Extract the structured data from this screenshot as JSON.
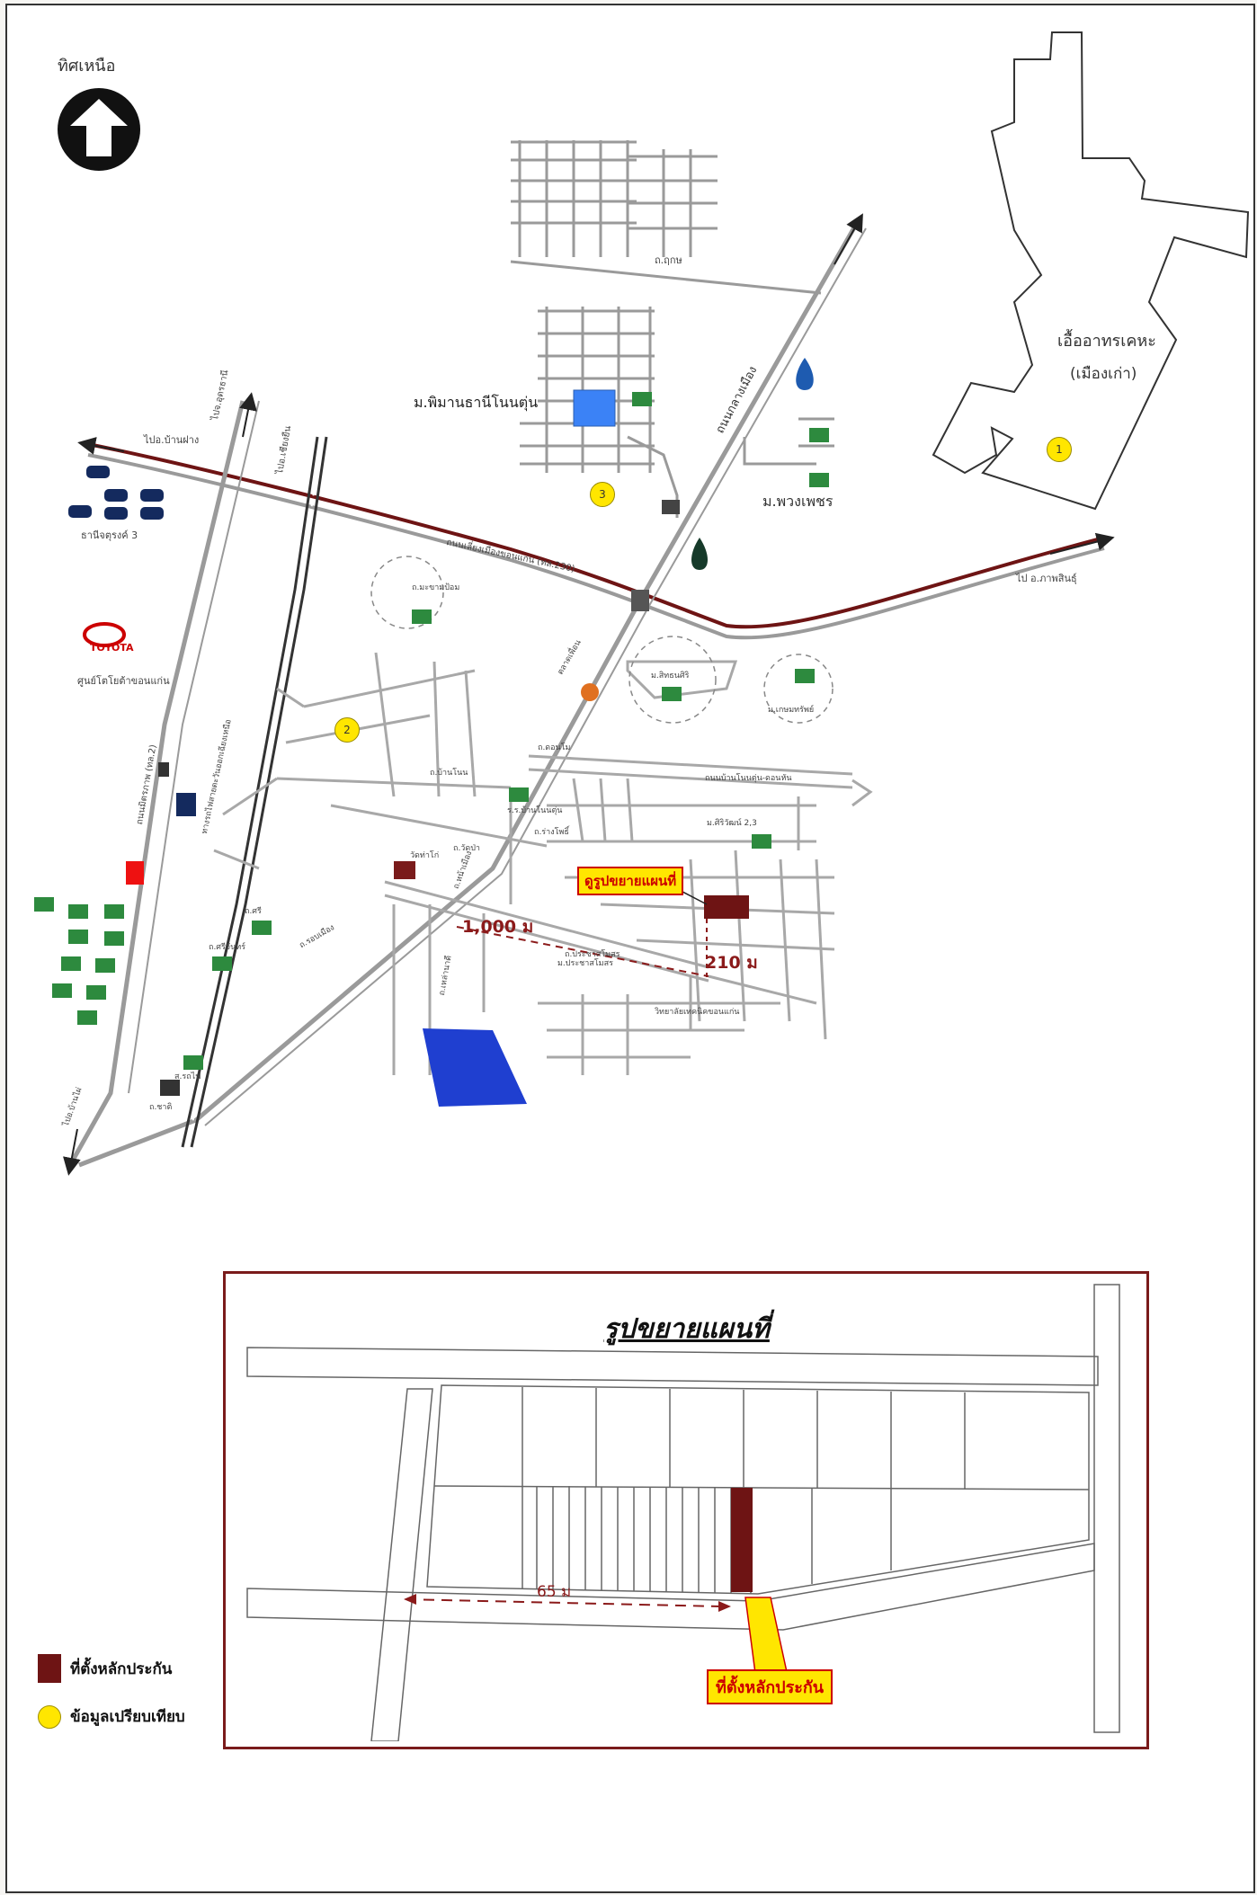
{
  "north": {
    "label": "ทิศเหนือ"
  },
  "map": {
    "labels": {
      "road_top": "ถ.ฤกษ",
      "village_pimantani": "ม.พิมานธานีโนนตุ่น",
      "village_puangpetch": "ม.พวงเพชร",
      "ancient_site": "เอื้ออาทรเคหะ",
      "ancient_site_sub": "(เมืองเก่า)",
      "road_to_nongkhai": "ไป อ.ภาพสินธุ์",
      "road_to_bankhai": "ไปอ.บ้านฝาง",
      "road_to_udon": "ไปจ.อุดรธานี",
      "road_north_left": "ไปอ.เชียงยืน",
      "residence": "ธานีจตุรงค์ 3",
      "toyota": "TOYOTA",
      "toyota_center": "ศูนย์โตโยต้าขอนแก่น",
      "bypass_road": "ถนนเลี่ยงเมืองขอนแก่น (ทล.230)",
      "middle_road": "ถนนกลางเมือง",
      "mittraphap_road": "ถนนมิตรภาพ (ทล.2)",
      "railway": "ทางรถไฟสายตะวันออกเฉียงเหนือ",
      "bottom_left_road": "ไปอ.บ้านไผ่",
      "soi_makhampom": "ถ.มะขามป้อม",
      "soi_thawonsiri": "ม.สิทธนศิริ",
      "soi_kasemsap": "ม.เกษมทรัพย์",
      "soi_rangbuat": "ถ.ร่างโพธิ์",
      "soi_ban_non": "ถ.บ้านโนน",
      "soi_nonmuang": "ถ.ดอนโม",
      "road_nonhan": "ถนนบ้านโนนตุ่น-ดอนหัน",
      "shop_ss": "ร.ร.บ้านโนนตุ่น",
      "village_siriwan": "ม.ศิริวัฒน์ 2,3",
      "temple": "วัดท่าโก่",
      "road_vat": "ถ.วัดป่า",
      "road_kaeonakhon": "ถ.รอบเมือง",
      "soi_srichan": "ถ.ศรีจันทร์",
      "soi_sri": "ถ.ศรี",
      "village_prachasomsuk": "ม.ประชาสโมสร",
      "school": "วิทยาลัยเทคนิคขอนแก่น",
      "market": "ตลาดเพื่อน",
      "soi_brook": "ถ.หน้าเมือง",
      "soi_mueang": "ถ.เหล่านาดี",
      "soi_station": "ส.รถไฟ",
      "soi_cross": "ถ.ประชาสโมสร",
      "soi_roi": "ถ.ชาติ",
      "callout": "ดูรูปขยายแผนที่",
      "dist_1000": "1,000 ม",
      "dist_210": "210 ม"
    },
    "comparables": [
      "1",
      "2",
      "3"
    ]
  },
  "inset": {
    "title": "รูปขยายแผนที่",
    "distance": "65 ม",
    "callout": "ที่ตั้งหลักประกัน"
  },
  "legend": [
    {
      "name": "collateral",
      "label": "ที่ตั้งหลักประกัน"
    },
    {
      "name": "comparable",
      "label": "ข้อมูลเปรียบเทียบ"
    }
  ],
  "colors": {
    "road_dark": "#6e1414",
    "road_grey": "#a8a8a8",
    "collateral": "#6e1414",
    "comparable": "#ffe600",
    "callout_border": "#cc0000",
    "blue_area": "#1f3fd0",
    "light_blue": "#3b82f6"
  }
}
